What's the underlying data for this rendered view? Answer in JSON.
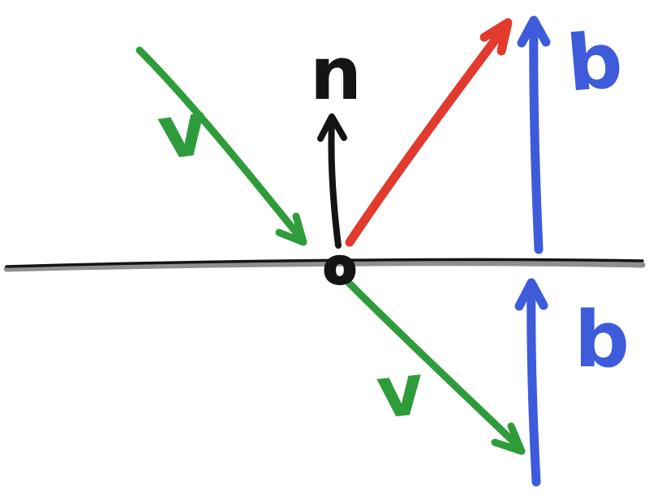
{
  "diagram": {
    "labels": {
      "incident_upper": "v",
      "incident_lower": "v",
      "normal": "n",
      "b_upper": "b",
      "b_lower": "b",
      "origin": "o"
    },
    "colors": {
      "green": "#2f9c3c",
      "red": "#e23a2c",
      "blue": "#3d5bdb",
      "black": "#141414",
      "surface_gray": "#8f8f8f"
    }
  }
}
